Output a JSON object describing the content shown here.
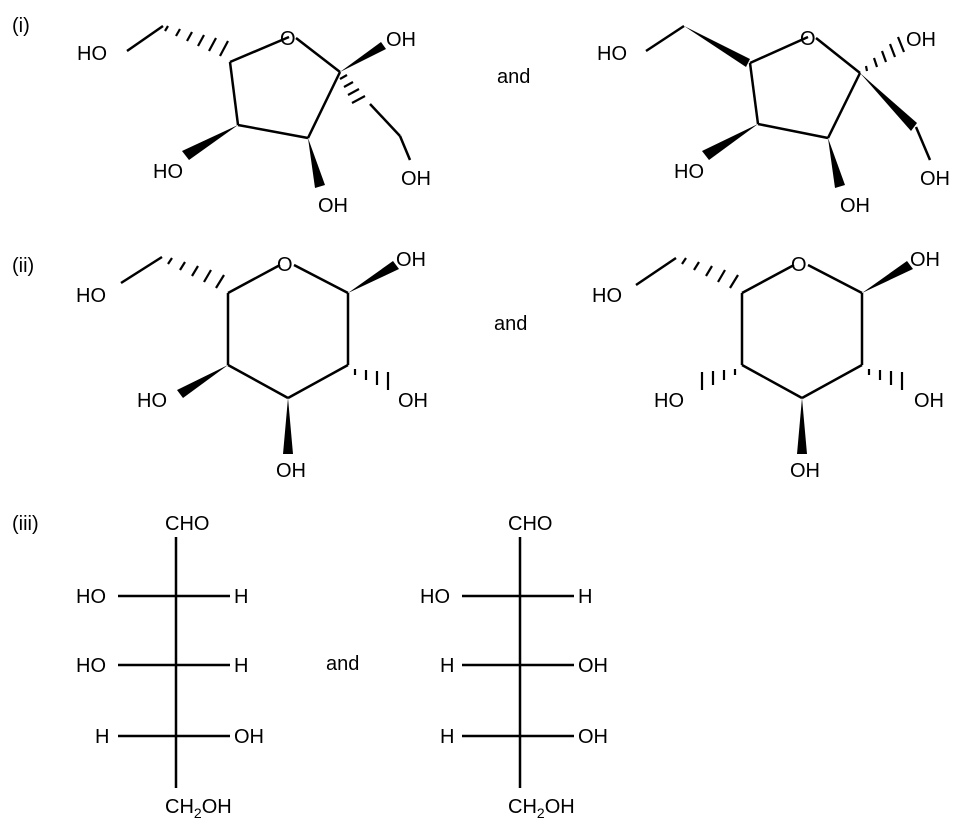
{
  "labels": {
    "part_i": "(i)",
    "part_ii": "(ii)",
    "part_iii": "(iii)",
    "and": "and"
  },
  "groups": {
    "ho": "HO",
    "oh": "OH",
    "o": "O",
    "h": "H",
    "cho": "CHO",
    "ch": "CH",
    "two": "2"
  },
  "colors": {
    "ink": "#000000",
    "background": "#ffffff"
  }
}
